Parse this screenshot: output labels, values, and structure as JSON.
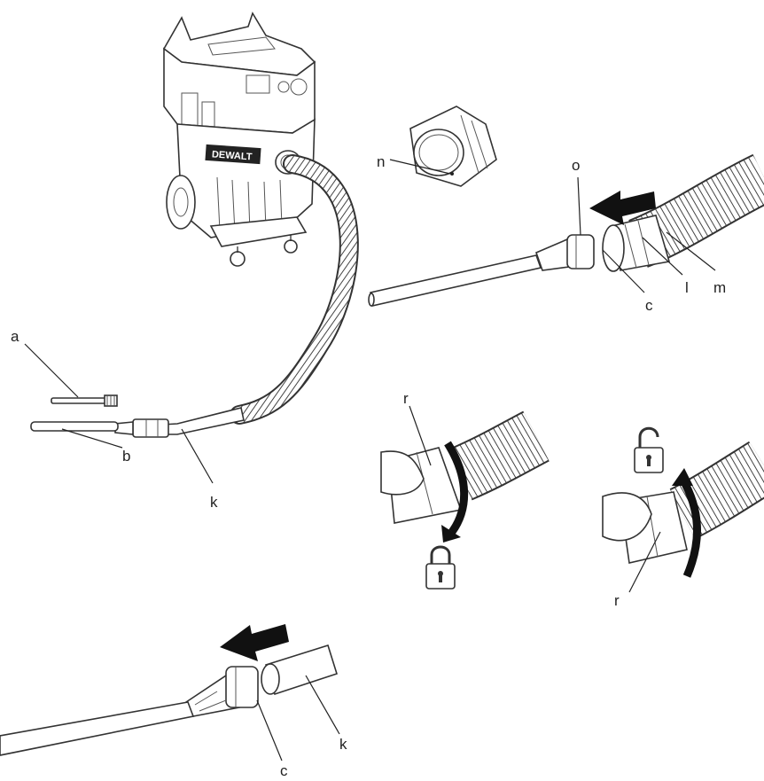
{
  "colors": {
    "ink": "#222222",
    "arrow": "#111111",
    "paper": "#ffffff"
  },
  "brand_text": "DEWALT",
  "labels": {
    "a": "a",
    "b": "b",
    "k1": "k",
    "n": "n",
    "o": "o",
    "c1": "c",
    "l": "l",
    "m": "m",
    "r1": "r",
    "r2": "r",
    "c2": "c",
    "k2": "k"
  },
  "icons": {
    "lock_closed": "padlock-closed-icon",
    "lock_open": "padlock-open-icon",
    "direction_arrow": "push-arrow-icon",
    "rotate_arrow": "rotate-arrow-icon"
  }
}
